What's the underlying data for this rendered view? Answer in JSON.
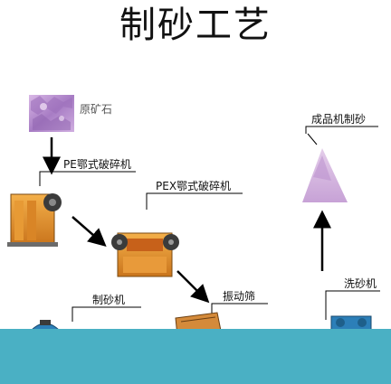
{
  "title": "制砂工艺",
  "colors": {
    "band": "#4ab0c4",
    "arrow": "#000000",
    "ore": "#b48ad0",
    "sand": "#c9a5d8",
    "machine_orange": "#e08a2a",
    "machine_dark": "#3b3b3b",
    "machine_blue": "#2c7fb8"
  },
  "nodes": {
    "ore": {
      "label": "原矿石",
      "icon": "ore-rock-image"
    },
    "pe_crusher": {
      "label": "PE鄂式破碎机",
      "icon": "jaw-crusher-image"
    },
    "pex_crusher": {
      "label": "PEX鄂式破碎机",
      "icon": "fine-jaw-crusher-image"
    },
    "vibrating_screen": {
      "label": "振动筛",
      "icon": "vibrating-screen-image"
    },
    "sand_maker": {
      "label": "制砂机",
      "icon": "sand-making-machine-image"
    },
    "sand_washer": {
      "label": "洗砂机",
      "icon": "sand-washer-image"
    },
    "finished_sand": {
      "label": "成品机制砂",
      "icon": "sand-pile-image"
    }
  }
}
